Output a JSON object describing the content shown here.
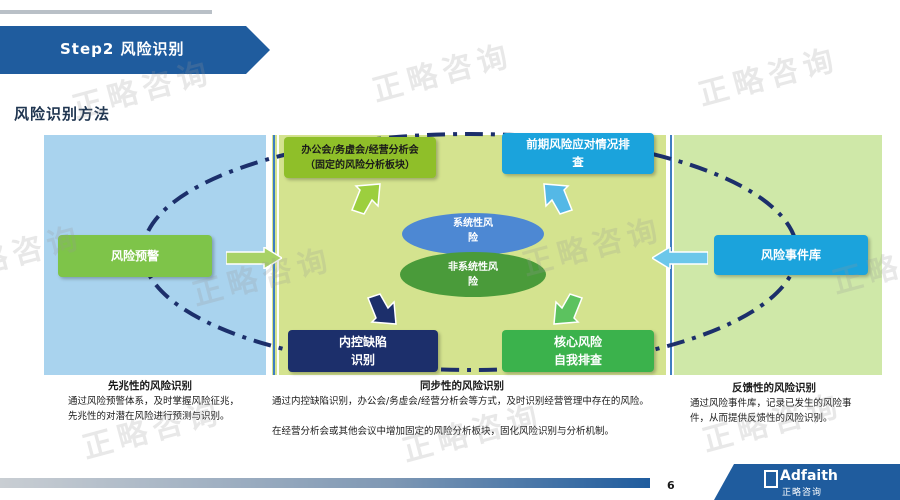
{
  "header": {
    "step_label": "Step2  风险识别",
    "section_title": "风险识别方法"
  },
  "diagram": {
    "boxes": {
      "warning": "风险预警",
      "office_meeting": "办公会/务虚会/经营分析会（固定的风险分析板块）",
      "prior_check": "前期风险应对情况排查",
      "event_library": "风险事件库",
      "internal_control": "内控缺陷识别",
      "core_risk": "核心风险自我排查"
    },
    "center": {
      "systemic": "系统性风险",
      "non_systemic": "非系统性风险"
    }
  },
  "captions": {
    "left": {
      "title": "先兆性的风险识别",
      "text": "通过风险预警体系，及时掌握风险征兆，先兆性的对潜在风险进行预测与识别。"
    },
    "center": {
      "title": "同步性的风险识别",
      "text1": "通过内控缺陷识别，办公会/务虚会/经营分析会等方式，及时识别经营管理中存在的风险。",
      "text2": "在经营分析会或其他会议中增加固定的风险分析板块，固化风险识别与分析机制。"
    },
    "right": {
      "title": "反馈性的风险识别",
      "text": "通过风险事件库，记录已发生的风险事件，从而提供反馈性的风险识别。"
    }
  },
  "footer": {
    "page_number": "6",
    "logo_name": "Adfaith",
    "logo_sub": "正略咨询"
  },
  "watermark": "正略咨询",
  "colors": {
    "banner": "#1f5c9e",
    "left_panel": "#a9d3ee",
    "center_panel": "#d4e38f",
    "right_panel": "#cfe8a8",
    "blue_box": "#1ba3dc",
    "green_box": "#7ec449",
    "navy_box": "#1c2f6b"
  }
}
